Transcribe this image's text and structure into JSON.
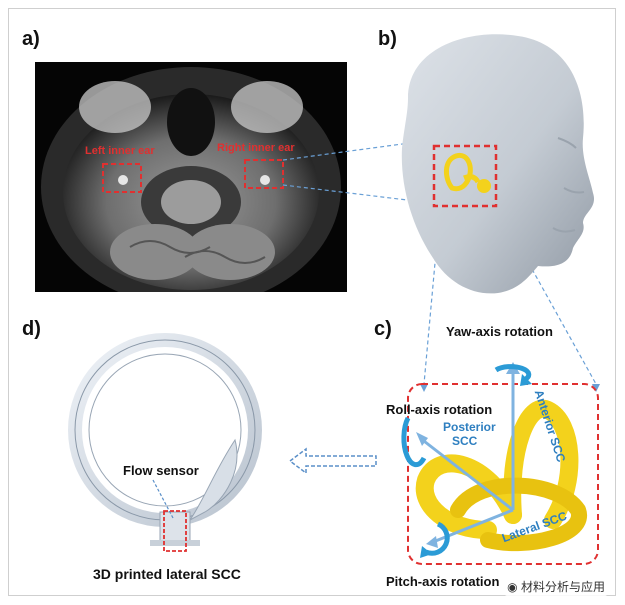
{
  "panels": {
    "a": {
      "label": "a)",
      "left_ear": "Left inner ear",
      "right_ear": "Right inner ear"
    },
    "b": {
      "label": "b)"
    },
    "c": {
      "label": "c)",
      "yaw": "Yaw-axis rotation",
      "roll": "Roll-axis rotation",
      "pitch": "Pitch-axis rotation",
      "anterior": "Anterior SCC",
      "posterior": "Posterior",
      "posterior2": "SCC",
      "lateral": "Lateral SCC"
    },
    "d": {
      "label": "d)",
      "flow_sensor": "Flow sensor",
      "caption": "3D printed lateral SCC"
    }
  },
  "watermark": "材料分析与应用",
  "colors": {
    "highlight_red": "#e03030",
    "scc_blue": "#2e7fc0",
    "inner_ear_yellow": "#f3d21c",
    "head_gray": "#c4cbd3"
  }
}
